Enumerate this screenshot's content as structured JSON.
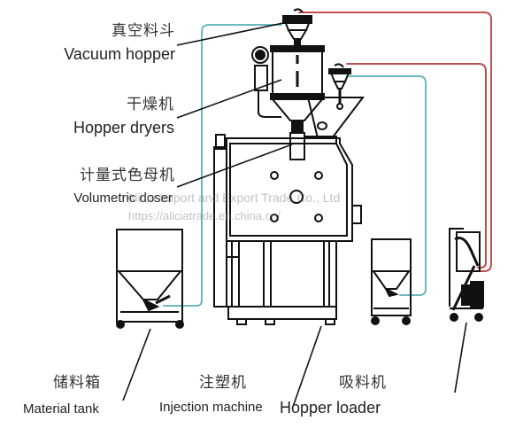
{
  "diagram": {
    "type": "injection-molding auxiliary system layout",
    "labels": {
      "vacuum_hopper": {
        "zh": "真空料斗",
        "en": "Vacuum hopper"
      },
      "hopper_dryers": {
        "zh": "干燥机",
        "en": "Hopper dryers"
      },
      "volumetric_doser": {
        "zh": "计量式色母机",
        "en": "Volumetric doser"
      },
      "material_tank": {
        "zh": "储料箱",
        "en": "Material tank"
      },
      "injection_machine": {
        "zh": "注塑机",
        "en": "Injection machine"
      },
      "hopper_loader": {
        "zh": "吸料机",
        "en": "Hopper loader"
      }
    },
    "pipes": {
      "material_line_color": "#6cb8c0",
      "vacuum_line_color": "#c0504d"
    },
    "watermark": {
      "line1": "Alicia Import and Export Trade Co., Ltd",
      "line2": "https://aliciatrade.en.china.cn/"
    }
  }
}
